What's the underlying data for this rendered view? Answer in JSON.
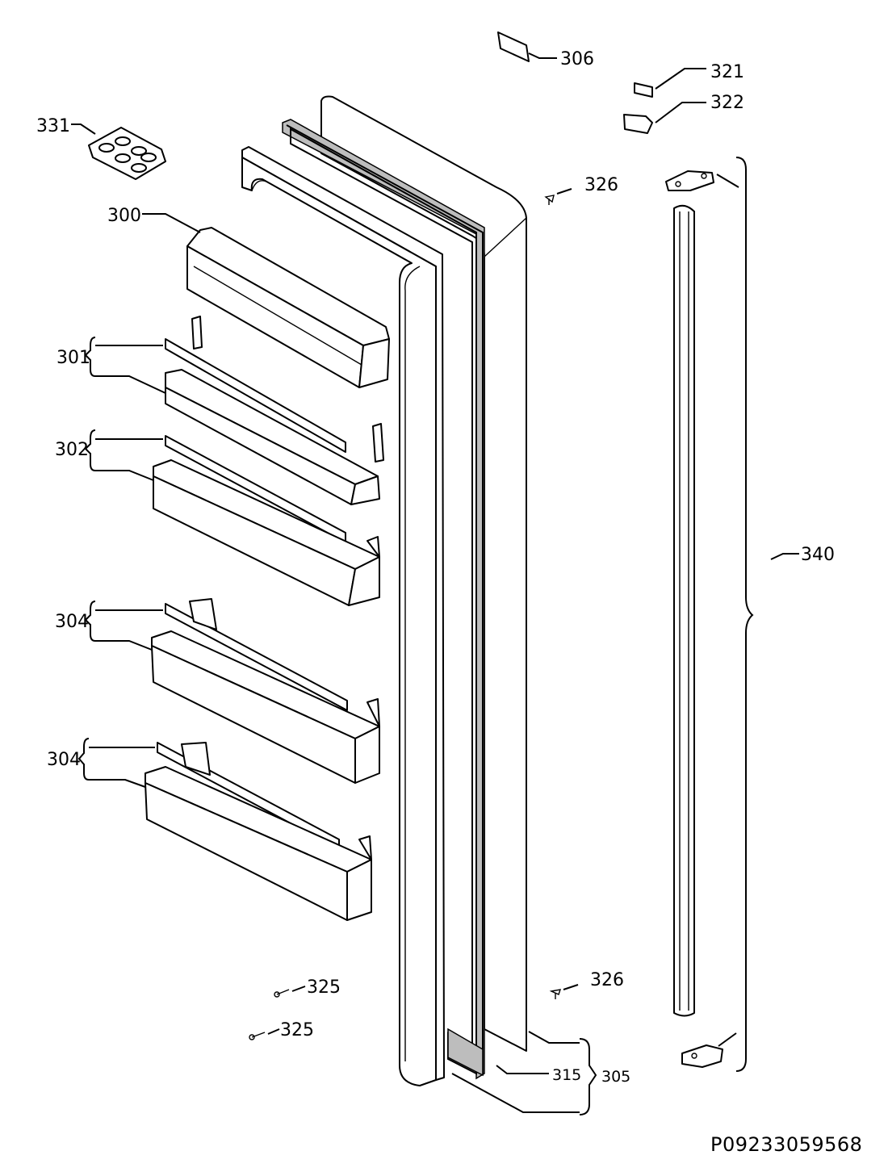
{
  "labels": {
    "p300": "300",
    "p301": "301",
    "p302": "302",
    "p304a": "304",
    "p304b": "304",
    "p305": "305",
    "p306": "306",
    "p315": "315",
    "p321": "321",
    "p322": "322",
    "p325a": "325",
    "p325b": "325",
    "p326a": "326",
    "p326b": "326",
    "p331": "331",
    "p340": "340"
  },
  "drawing_code": "P09233059568"
}
